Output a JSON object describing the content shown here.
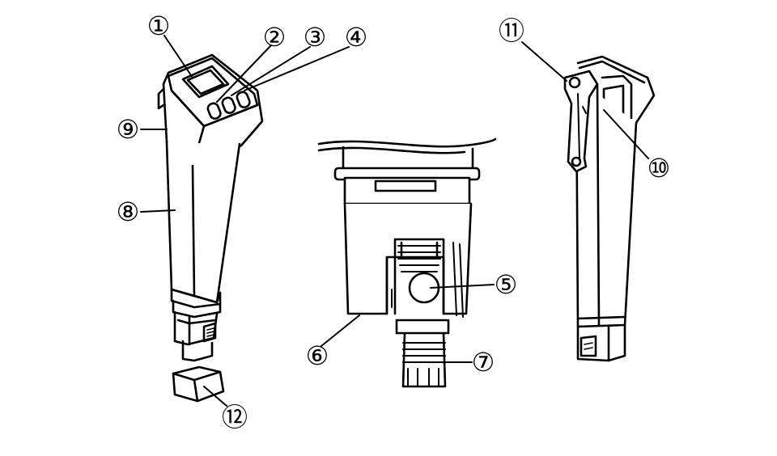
{
  "diagram": {
    "stroke_color": "#000000",
    "fill_color": "#ffffff",
    "callouts": [
      {
        "id": "display",
        "label": "①"
      },
      {
        "id": "button-1",
        "label": "②"
      },
      {
        "id": "button-2",
        "label": "③"
      },
      {
        "id": "button-3",
        "label": "④"
      },
      {
        "id": "sensor-bulb",
        "label": "⑤"
      },
      {
        "id": "electrode-housing",
        "label": "⑥"
      },
      {
        "id": "collar-nut",
        "label": "⑦"
      },
      {
        "id": "body",
        "label": "⑧"
      },
      {
        "id": "head",
        "label": "⑨"
      },
      {
        "id": "clip-slot",
        "label": "⑩"
      },
      {
        "id": "pocket-clip",
        "label": "⑪"
      },
      {
        "id": "protective-cap",
        "label": "⑫"
      }
    ]
  }
}
